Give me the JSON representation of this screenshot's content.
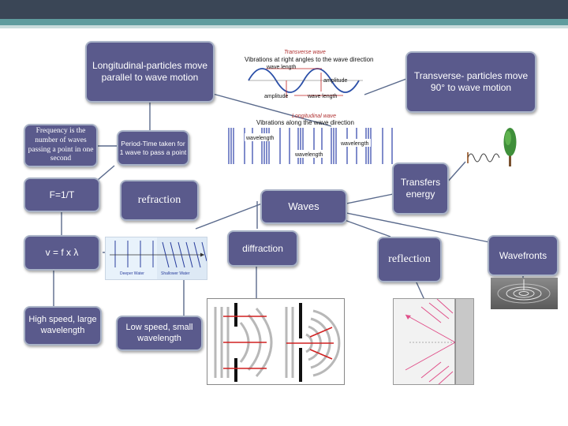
{
  "colors": {
    "node_fill": "#5a5a8c",
    "node_border": "#a9b3c7",
    "line": "#5a6a8c",
    "header_dark": "#3a4656",
    "header_teal": "#5f9c9e"
  },
  "nodes": {
    "longitudinal": "Longitudinal-particles move parallel to wave motion",
    "transverse": "Transverse- particles move 90° to wave motion",
    "frequency": "Frequency is the number of waves passing a point in one second",
    "period": "Period-Time taken for 1 wave to pass a point",
    "freq_formula": "F=1/T",
    "refraction": "refraction",
    "waves": "Waves",
    "transfers": "Transfers energy",
    "wave_eq": "v = f x λ",
    "diffraction": "diffraction",
    "reflection": "reflection",
    "wavefronts": "Wavefronts",
    "high_speed": "High speed, large wavelength",
    "low_speed": "Low speed, small wavelength"
  },
  "wave_figure": {
    "transverse_title": "Transverse wave",
    "transverse_caption": "Vibrations at right angles to the wave direction",
    "wavelength_top": "wave length",
    "amplitude_right": "amplitude",
    "amplitude_left": "amplitude",
    "wavelength_bottom": "wave length",
    "longitudinal_title": "Longitudinal wave",
    "longitudinal_caption": "Vibrations along the wave direction",
    "wavelength_1": "wavelength",
    "wavelength_2": "wavelength",
    "wavelength_3": "wavelength"
  },
  "refraction_figure": {
    "label_left": "Deeper Water",
    "label_right": "Shallower Water"
  }
}
